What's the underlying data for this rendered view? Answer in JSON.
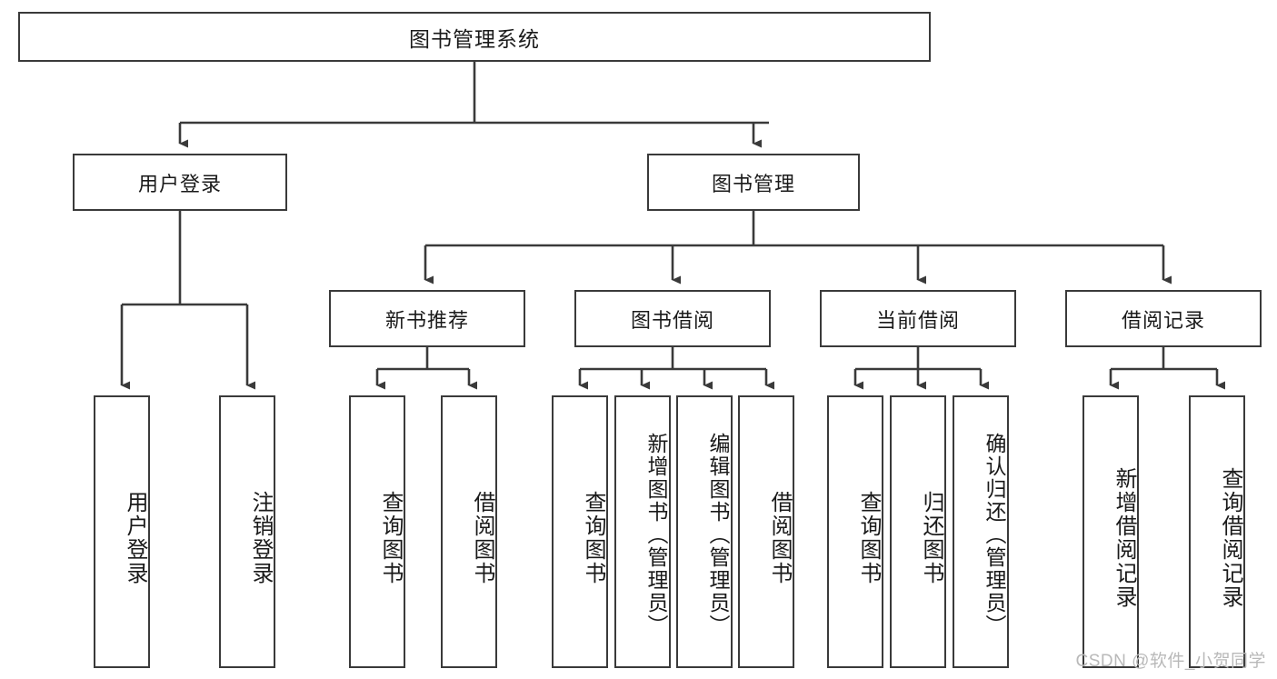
{
  "diagram": {
    "type": "tree-hierarchy",
    "title": "图书管理系统",
    "watermark": "CSDN @软件_小贺同学",
    "stroke_color": "#3a3a3a",
    "background_color": "#ffffff",
    "root": {
      "label": "图书管理系统",
      "level": 1
    },
    "level2": [
      {
        "label": "用户登录"
      },
      {
        "label": "图书管理"
      }
    ],
    "level3": [
      {
        "label": "新书推荐",
        "parent": "图书管理"
      },
      {
        "label": "图书借阅",
        "parent": "图书管理"
      },
      {
        "label": "当前借阅",
        "parent": "图书管理"
      },
      {
        "label": "借阅记录",
        "parent": "图书管理"
      }
    ],
    "leaves": {
      "user_login": [
        {
          "label": "用户登录"
        },
        {
          "label": "注销登录"
        }
      ],
      "new_book_recommend": [
        {
          "label": "查询图书"
        },
        {
          "label": "借阅图书"
        }
      ],
      "book_borrow": [
        {
          "label": "查询图书"
        },
        {
          "label": "新增图书（管理员）"
        },
        {
          "label": "编辑图书（管理员）"
        },
        {
          "label": "借阅图书"
        }
      ],
      "current_borrow": [
        {
          "label": "查询图书"
        },
        {
          "label": "归还图书"
        },
        {
          "label": "确认归还（管理员）"
        }
      ],
      "borrow_record": [
        {
          "label": "新增借阅记录"
        },
        {
          "label": "查询借阅记录"
        }
      ]
    }
  }
}
